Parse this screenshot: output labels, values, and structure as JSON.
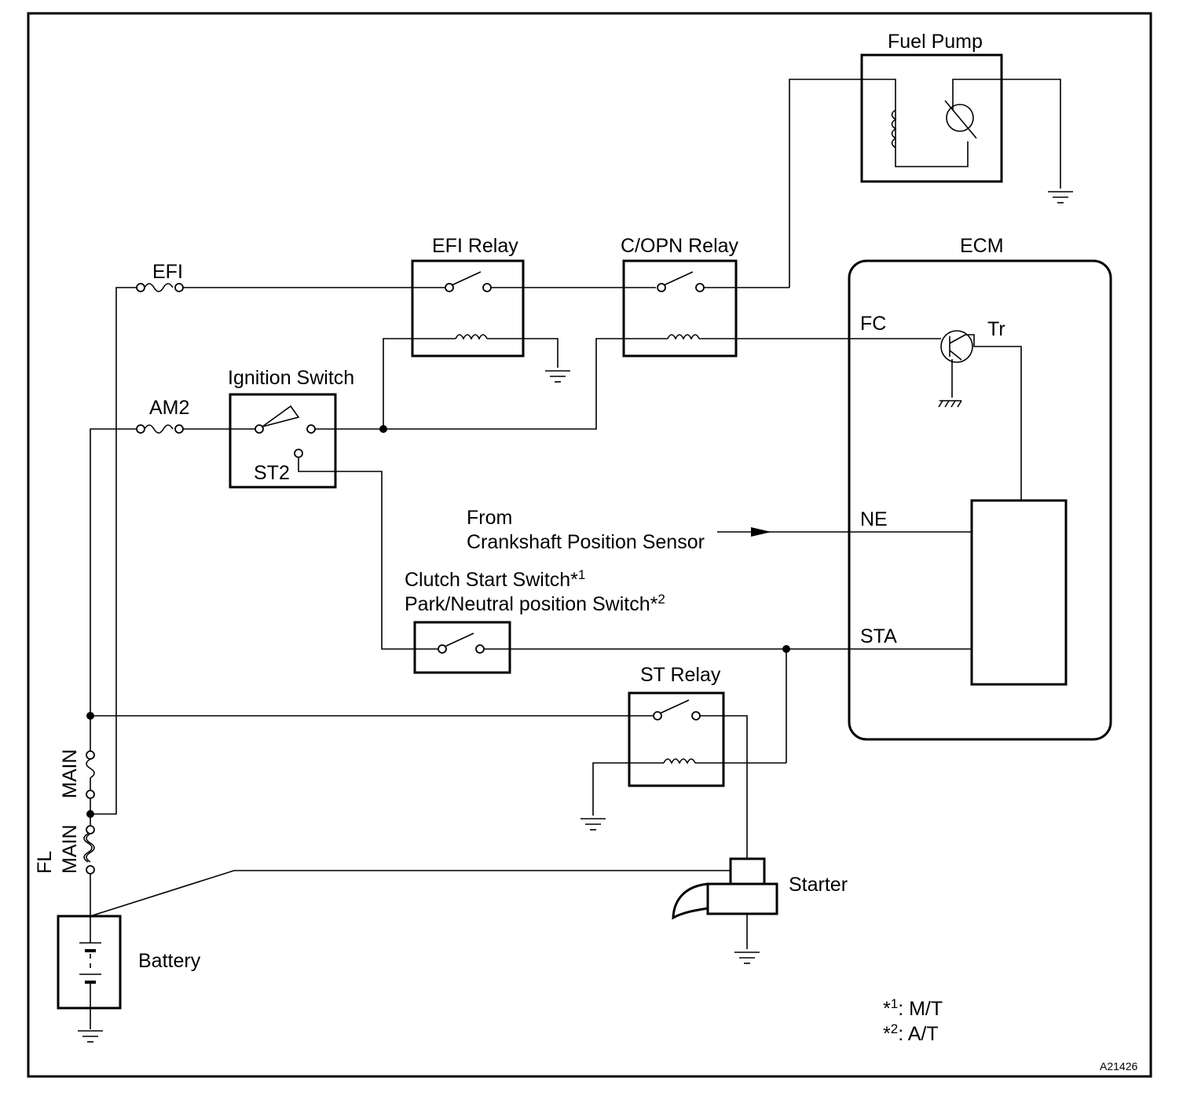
{
  "labels": {
    "fuel_pump": "Fuel Pump",
    "ecm": "ECM",
    "efi_relay": "EFI Relay",
    "copn_relay": "C/OPN Relay",
    "efi_fuse": "EFI",
    "am2_fuse": "AM2",
    "ignition_switch": "Ignition Switch",
    "st2": "ST2",
    "fc": "FC",
    "tr": "Tr",
    "ne": "NE",
    "sta": "STA",
    "from_line1": "From",
    "from_line2": "Crankshaft Position Sensor",
    "clutch_switch": "Clutch Start Switch*",
    "clutch_sup": "1",
    "park_switch": "Park/Neutral position Switch*",
    "park_sup": "2",
    "st_relay": "ST Relay",
    "main_fuse": "MAIN",
    "fl_main_1": "FL",
    "fl_main_2": "MAIN",
    "starter": "Starter",
    "battery": "Battery",
    "note1_star": "*",
    "note1_sup": "1",
    "note1_text": ": M/T",
    "note2_star": "*",
    "note2_sup": "2",
    "note2_text": ": A/T",
    "figure_id": "A21426"
  }
}
